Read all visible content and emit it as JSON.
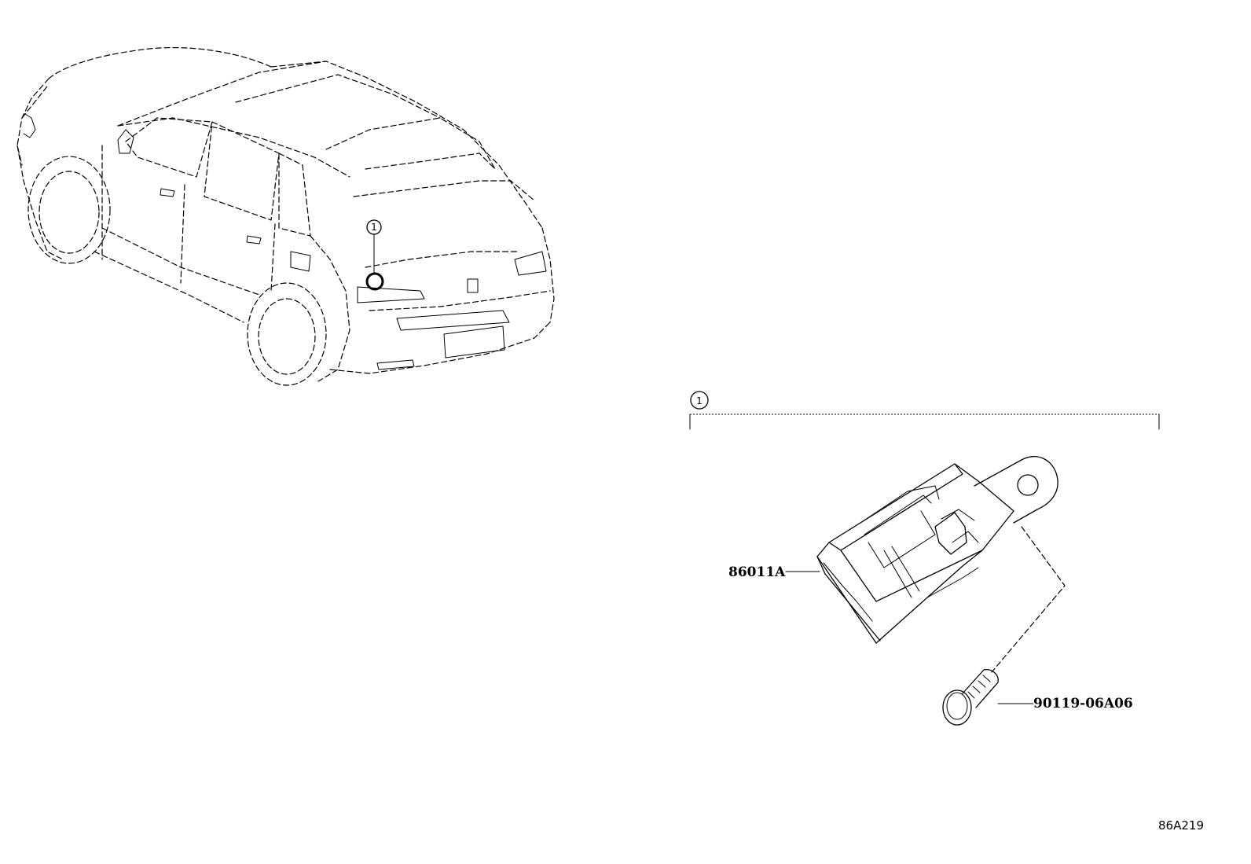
{
  "callouts": {
    "vehicle_marker": "1",
    "group_marker": "1"
  },
  "parts": {
    "receiver": "86011A",
    "bolt": "90119-06A06"
  },
  "figure_code": "86A219"
}
